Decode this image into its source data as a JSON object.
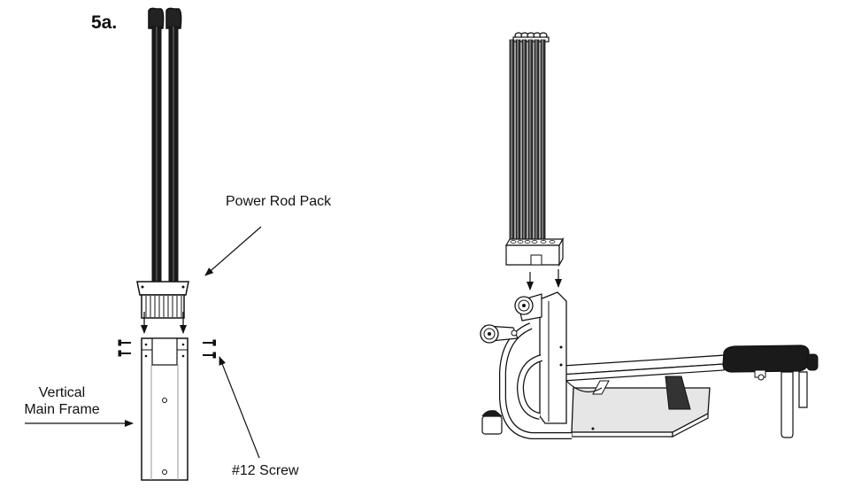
{
  "step_label": "5a.",
  "callouts": {
    "power_rod_pack": "Power Rod Pack",
    "vertical_main_frame_line1": "Vertical",
    "vertical_main_frame_line2": "Main Frame",
    "screw": "#12 Screw"
  },
  "icons": [
    "power-rod-pack-icon",
    "vertical-main-frame-icon",
    "screw-icon",
    "home-gym-machine-icon",
    "arrow-icon"
  ],
  "colors": {
    "ink": "#111111",
    "seat": "#1a1a1a",
    "platform": "#e6e6e6",
    "rod": "#222222"
  }
}
